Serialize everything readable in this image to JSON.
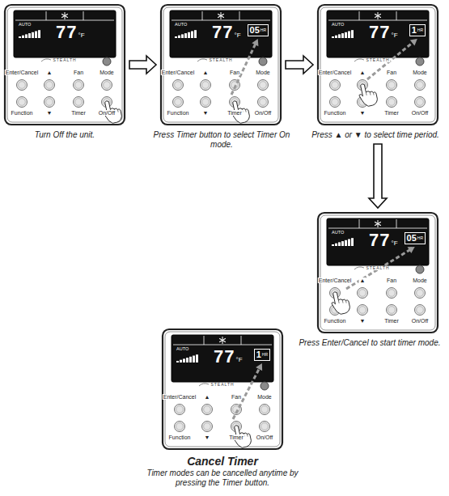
{
  "diagram": {
    "nodes": [
      {
        "text": [
          "Turn Off the unit.",
          "STEALTH",
          "Enter/Cancel",
          "▲",
          "Fan",
          "Mode",
          "Function",
          "▼",
          "Timer",
          "On/Off"
        ]
      },
      {
        "text": [
          "AUTO",
          "77",
          "°F"
        ],
        "in": 0
      },
      {
        "text": [
          "Press Timer button to select Timer On mode.",
          "STEALTH",
          "Enter/Cancel",
          "▲",
          "Fan",
          "Mode",
          "Function",
          "▼",
          "Timer",
          "On/Off"
        ]
      },
      {
        "text": [
          "AUTO",
          "77",
          "°F"
        ],
        "in": 2
      },
      {
        "text": [
          "05",
          "HR"
        ],
        "in": 3
      },
      {
        "text": [
          "Press ▲ or ▼ to select time period.",
          "STEALTH",
          "Enter/Cancel",
          "▲",
          "Fan",
          "Mode",
          "Function",
          "▼",
          "Timer",
          "On/Off"
        ]
      },
      {
        "text": [
          "AUTO",
          "77",
          "°F"
        ],
        "in": 5
      },
      {
        "text": [
          "1",
          "HR"
        ],
        "in": 6
      },
      {
        "text": [
          "Press Enter/Cancel to start timer mode.",
          "STEALTH",
          "Enter/Cancel",
          "▲",
          "Fan",
          "Mode",
          "Function",
          "▼",
          "Timer",
          "On/Off"
        ]
      },
      {
        "text": [
          "AUTO",
          "77",
          "°F"
        ],
        "in": 8
      },
      {
        "text": [
          "05",
          "HR"
        ],
        "in": 9
      },
      {
        "text": [
          "Cancel Timer",
          "Timer modes can be cancelled anytime by pressing the Timer button.",
          "STEALTH",
          "Enter/Cancel",
          "▲",
          "Fan",
          "Mode",
          "Function",
          "▼",
          "Timer",
          "On/Off"
        ]
      },
      {
        "text": [
          "AUTO",
          "77",
          "°F"
        ],
        "in": 11
      },
      {
        "text": [
          "1",
          "HR"
        ],
        "in": 12
      }
    ],
    "edges": [
      {
        "from": 0,
        "to": 2,
        "arrow": "to"
      },
      {
        "from": 2,
        "to": 5,
        "arrow": "to"
      },
      {
        "from": 5,
        "to": 8,
        "arrow": "to"
      }
    ]
  }
}
